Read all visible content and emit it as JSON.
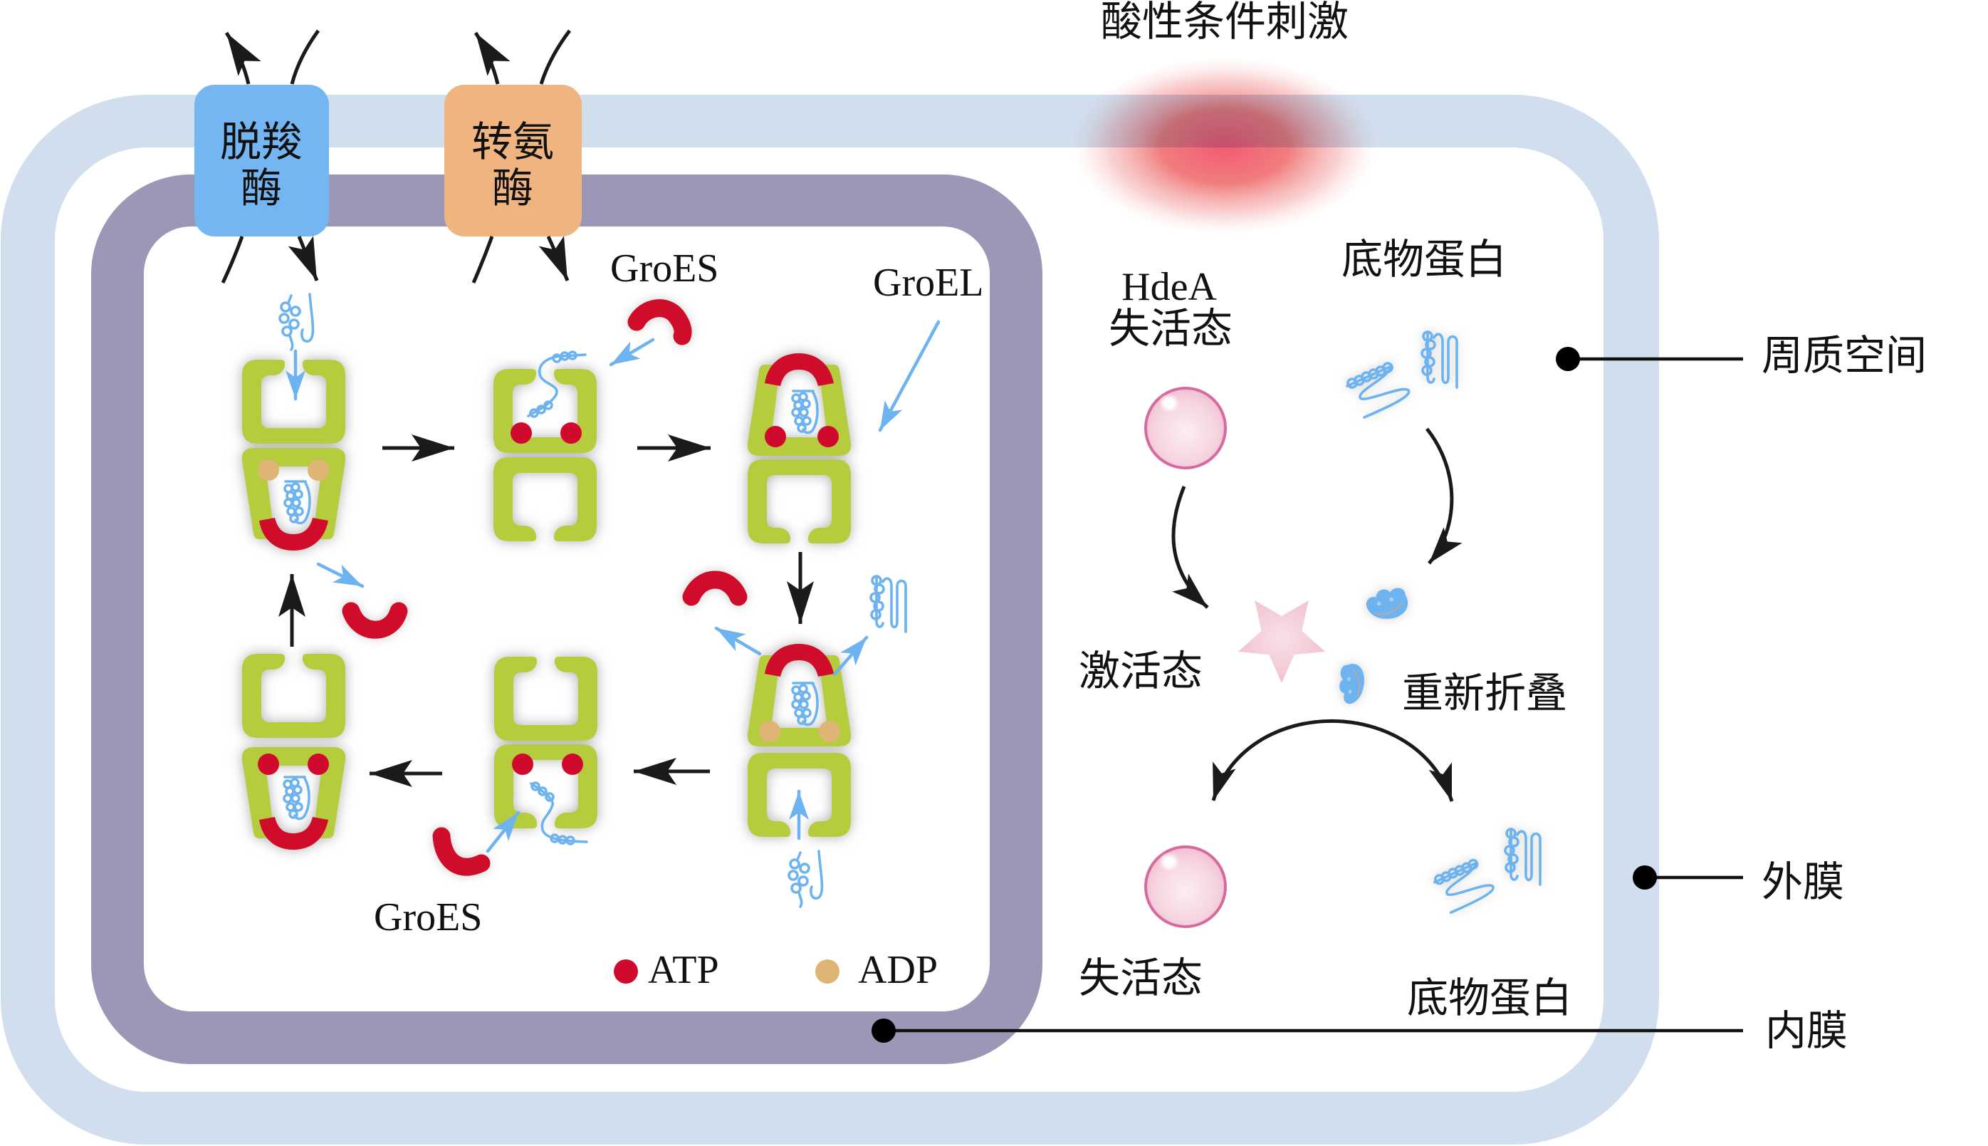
{
  "title": "酸性条件刺激",
  "enzymes": [
    {
      "name_line1": "脱羧",
      "name_line2": "酶",
      "color": "#74b6f2"
    },
    {
      "name_line1": "转氨",
      "name_line2": "酶",
      "color": "#efb47f"
    }
  ],
  "cytoplasm": {
    "groes_label_top": "GroES",
    "groel_label": "GroEL",
    "groes_label_bottom": "GroES",
    "legend": [
      {
        "label": "ATP",
        "color": "#cf0a2c"
      },
      {
        "label": "ADP",
        "color": "#dfb576"
      }
    ]
  },
  "periplasm": {
    "hdea_label": "HdeA",
    "hdea_inactive_top": "失活态",
    "substrate_top": "底物蛋白",
    "activated": "激活态",
    "refolding": "重新折叠",
    "hdea_inactive_bottom": "失活态",
    "substrate_bottom": "底物蛋白"
  },
  "callouts": {
    "periplasm": "周质空间",
    "outer_membrane": "外膜",
    "inner_membrane": "内膜"
  },
  "colors": {
    "outer_membrane": "#d0deee",
    "inner_membrane": "#9b97b6",
    "groel": "#b5cd3e",
    "groes": "#cf0a2c",
    "protein": "#6cb3f0",
    "hdea_outline": "#d66a9e",
    "acid_stimulus": "#e8506a",
    "star": "#f2c3cf"
  }
}
